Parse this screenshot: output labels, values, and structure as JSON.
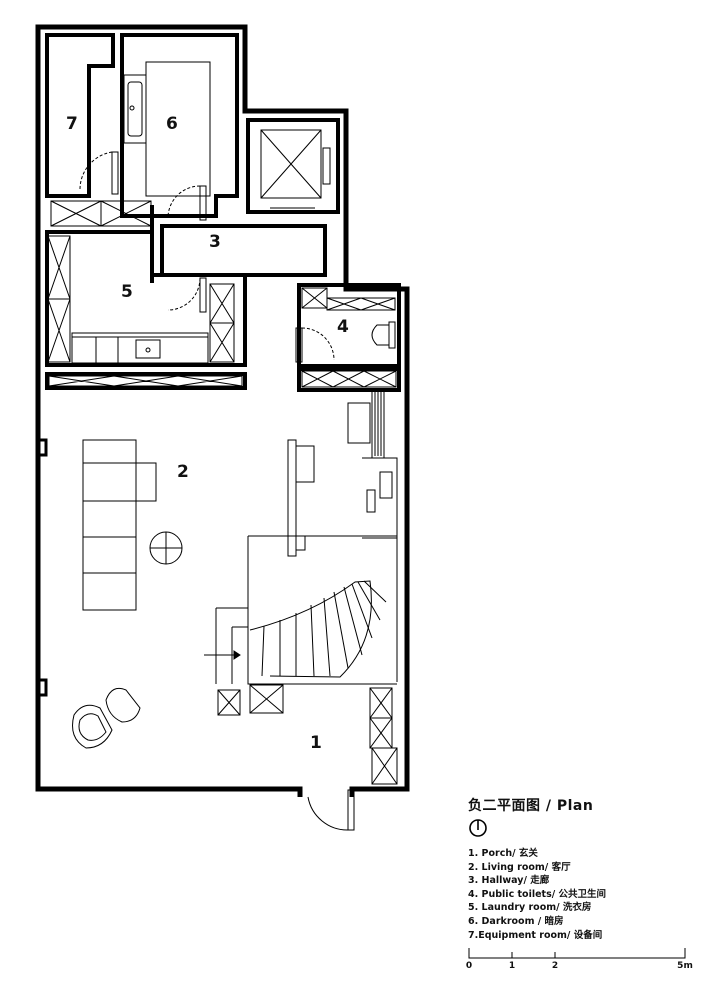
{
  "plan": {
    "title": "负二平面图 /   Plan",
    "rooms": [
      {
        "number": "1",
        "label": "1. Porch/ 玄关"
      },
      {
        "number": "2",
        "label": "2. Living room/ 客厅"
      },
      {
        "number": "3",
        "label": "3. Hallway/ 走廊"
      },
      {
        "number": "4",
        "label": "4. Public toilets/ 公共卫生间"
      },
      {
        "number": "5",
        "label": "5. Laundry room/ 洗衣房"
      },
      {
        "number": "6",
        "label": "6. Darkroom / 暗房"
      },
      {
        "number": "7",
        "label": "7.Equipment room/ 设备间"
      }
    ],
    "scale_labels": [
      "0",
      "1",
      "2",
      "5m"
    ],
    "line_color": "#000000",
    "background": "#ffffff"
  }
}
